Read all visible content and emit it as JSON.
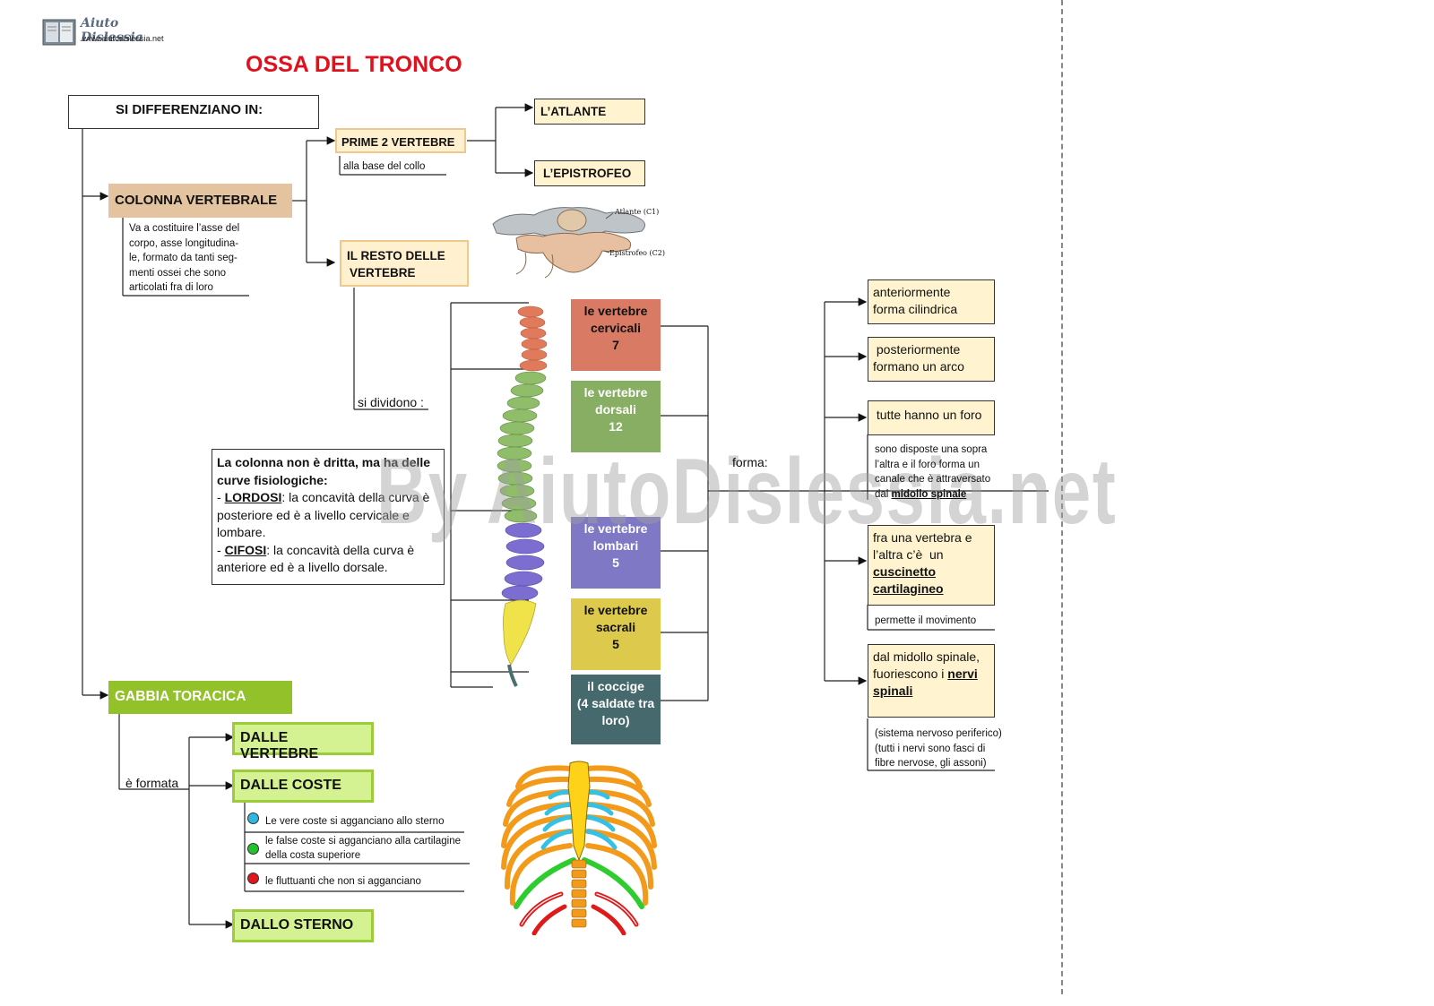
{
  "header": {
    "logo_text": "Aiuto Dislessia",
    "logo_url": "www.aiutodislessia.net",
    "title": "OSSA DEL TRONCO"
  },
  "root": {
    "label": "SI DIFFERENZIANO IN:"
  },
  "colonna": {
    "label": "COLONNA VERTEBRALE",
    "desc": [
      "Va a costituire l’asse del",
      "corpo, asse longitudina-",
      "le, formato da tanti seg-",
      "menti ossei che sono",
      "articolati fra di loro"
    ]
  },
  "prime": {
    "label": "PRIME 2 VERTEBRE",
    "note": "alla base  del collo"
  },
  "atlante": {
    "label": "L’ATLANTE"
  },
  "epistrofeo": {
    "label": "L’EPISTROFEO"
  },
  "atlas_image": {
    "label_c1": "Atlante (C1)",
    "label_c2": "Epistrofeo (C2)"
  },
  "resto": {
    "line1": "IL RESTO DELLE",
    "line2": "VERTEBRE",
    "sub": "si dividono :"
  },
  "vertebre": [
    {
      "line1": "le vertebre",
      "line2": "cervicali",
      "line3": "7",
      "color": "#d97a64"
    },
    {
      "line1": "le vertebre",
      "line2": "dorsali",
      "line3": "12",
      "color": "#87ae63"
    },
    {
      "line1": "le vertebre",
      "line2": "lombari",
      "line3": "5",
      "color": "#7f78c5"
    },
    {
      "line1": "le vertebre",
      "line2": "sacrali",
      "line3": "5",
      "color": "#ddc94c"
    },
    {
      "line1": "il coccige",
      "line2": "(4 saldate tra",
      "line3": "loro)",
      "color": "#45696c"
    }
  ],
  "curve_box": {
    "intro": "La colonna non è dritta, ma ha delle curve fisiologiche:",
    "lordosi_term": "LORDOSI",
    "lordosi_text": ": la concavità della curva è posteriore ed è a livello cervicale e lombare.",
    "cifosi_term": "CIFOSI",
    "cifosi_text": ": la concavità della curva è anteriore ed è a livello dorsale."
  },
  "forma": {
    "label": "forma:",
    "items": [
      {
        "l1": "anteriormente",
        "l2": "forma cilindrica"
      },
      {
        "l1": " posteriormente",
        "l2": "formano un arco"
      },
      {
        "l1": " tutte hanno un foro"
      }
    ],
    "foro_note": [
      "sono disposte una sopra",
      "l’altra e il foro forma un",
      "canale che è attraversato",
      "dal "
    ],
    "foro_note_bold": "midollo spinale",
    "cuscinetto": {
      "l1": "fra una vertebra e",
      "l2": "l’altra c’è  un",
      "b1": "cuscinetto",
      "b2": "cartilagineo"
    },
    "cuscinetto_note": "permette il movimento",
    "nervi": {
      "l1": "dal midollo spinale,",
      "l2": "fuoriescono i ",
      "b1": "nervi",
      "b2": "spinali"
    },
    "nervi_note": [
      "(sistema nervoso periferico)",
      "(tutti i nervi sono fasci di",
      "fibre nervose, gli assoni)"
    ]
  },
  "gabbia": {
    "label": "GABBIA TORACICA",
    "sub": "è formata",
    "vertebre": "DALLE VERTEBRE",
    "coste": "DALLE COSTE",
    "sterno": "DALLO STERNO",
    "coste_items": [
      {
        "text": "Le vere coste si agganciano allo sterno",
        "color": "#2fb7e0"
      },
      {
        "text": "le false coste si agganciano  alla cartilagine",
        "text2": "della costa superiore",
        "color": "#22c22a"
      },
      {
        "text": "le fluttuanti che non si agganciano",
        "color": "#e0161c"
      }
    ]
  },
  "watermark": "By AiutoDislessia.net"
}
